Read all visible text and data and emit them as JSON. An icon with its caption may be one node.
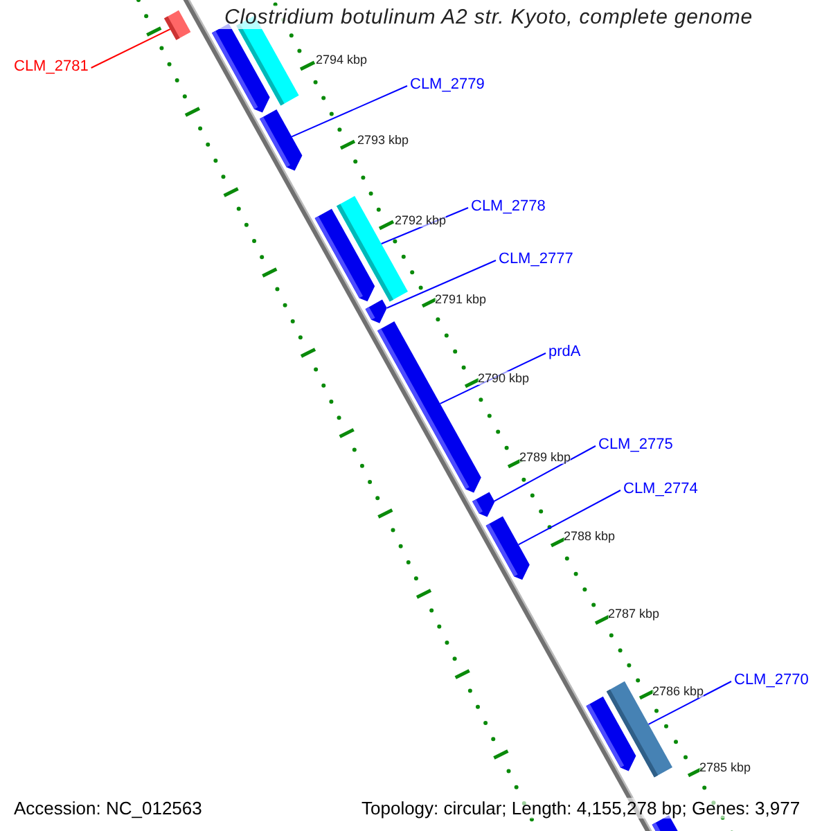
{
  "diagram": {
    "title": "Clostridium botulinum A2 str. Kyoto, complete genome",
    "nodes": [
      {
        "text": [
          "CLM_2781"
        ]
      },
      {
        "text": [
          "CLM_2779"
        ]
      },
      {
        "text": [
          "CLM_2778"
        ]
      },
      {
        "text": [
          "CLM_2777"
        ]
      },
      {
        "text": [
          "prdA"
        ]
      },
      {
        "text": [
          "CLM_2775"
        ]
      },
      {
        "text": [
          "CLM_2774"
        ]
      },
      {
        "text": [
          "CLM_2770"
        ]
      },
      {
        "text": [],
        "shape": "bar"
      },
      {
        "text": [],
        "shape": "bar"
      },
      {
        "text": [],
        "shape": "pentagon"
      },
      {
        "text": [],
        "shape": "pentagon"
      },
      {
        "text": [],
        "shape": "bar"
      },
      {
        "text": [],
        "shape": "pentagon"
      },
      {
        "text": [],
        "shape": "pentagon"
      },
      {
        "text": [],
        "shape": "pentagon"
      },
      {
        "text": [],
        "shape": "pentagon"
      },
      {
        "text": [],
        "shape": "pentagon"
      },
      {
        "text": [],
        "shape": "bar"
      },
      {
        "text": [],
        "shape": "pentagon"
      },
      {
        "text": [],
        "shape": "pentagon"
      }
    ],
    "edges": [
      {
        "from": 0,
        "to": 8,
        "arrow": "none",
        "color": "#ff0000"
      },
      {
        "from": 1,
        "to": 11,
        "arrow": "none"
      },
      {
        "from": 2,
        "to": 12,
        "arrow": "none"
      },
      {
        "from": 3,
        "to": 14,
        "arrow": "none"
      },
      {
        "from": 4,
        "to": 15,
        "arrow": "none"
      },
      {
        "from": 5,
        "to": 16,
        "arrow": "none"
      },
      {
        "from": 6,
        "to": 17,
        "arrow": "none"
      },
      {
        "from": 7,
        "to": 18,
        "arrow": "none"
      }
    ],
    "labels": [
      "2794 kbp",
      "2793 kbp",
      "2792 kbp",
      "2791 kbp",
      "2790 kbp",
      "2789 kbp",
      "2788 kbp",
      "2787 kbp",
      "2786 kbp",
      "2785 kbp",
      "Accession: NC_012563",
      "Topology: circular; Length: 4,155,278 bp; Genes: 3,977"
    ]
  }
}
